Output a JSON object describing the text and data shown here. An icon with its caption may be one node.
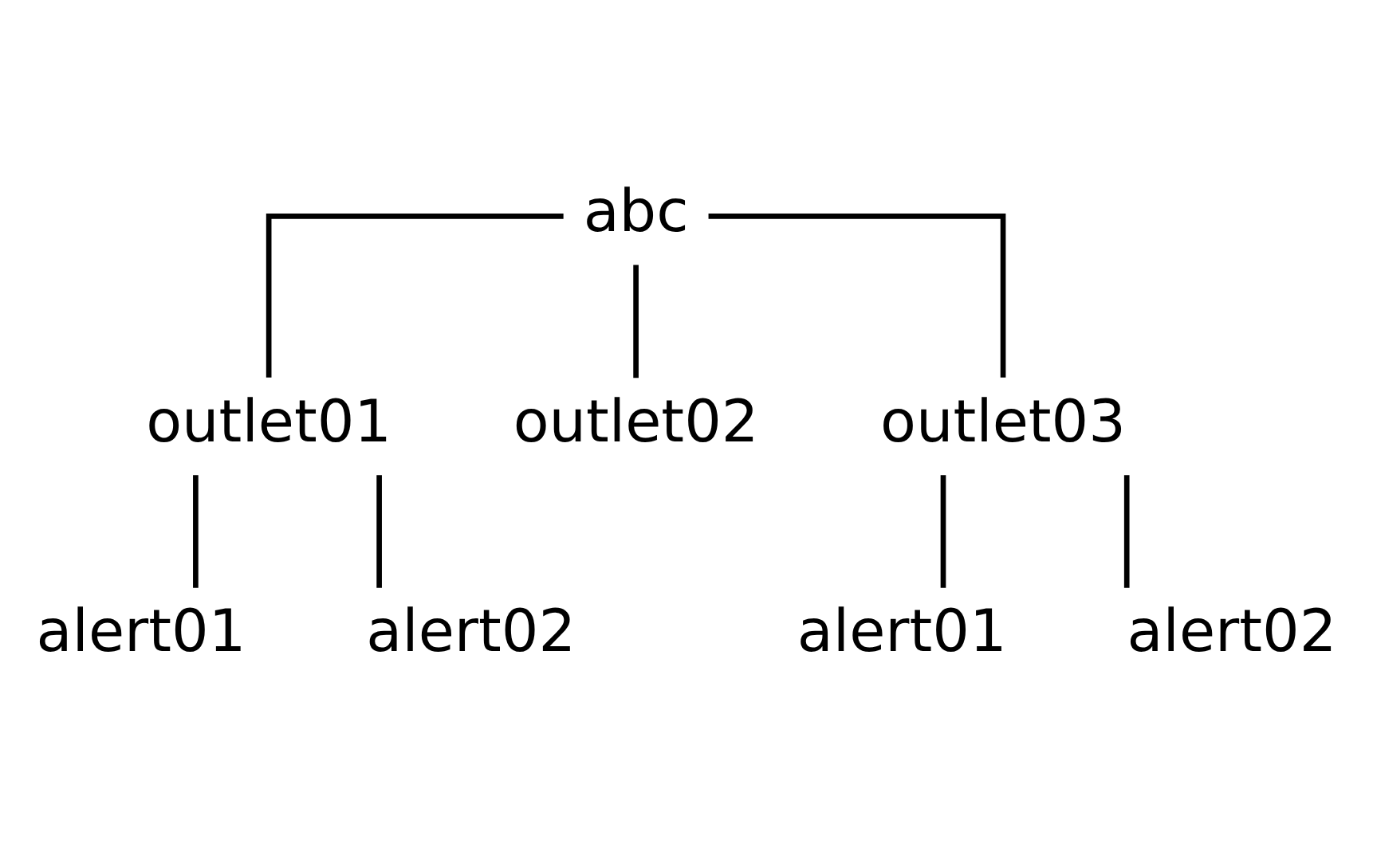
{
  "diagram": {
    "nodes": [
      {
        "text": [
          "abc"
        ]
      },
      {
        "text": [
          "outlet01"
        ]
      },
      {
        "text": [
          "outlet02"
        ]
      },
      {
        "text": [
          "outlet03"
        ]
      },
      {
        "text": [
          "alert01"
        ]
      },
      {
        "text": [
          "alert02"
        ]
      },
      {
        "text": [
          "alert01"
        ]
      },
      {
        "text": [
          "alert02"
        ]
      }
    ],
    "edges": [
      {
        "from": 0,
        "to": 1,
        "arrow": "none"
      },
      {
        "from": 0,
        "to": 2,
        "arrow": "none"
      },
      {
        "from": 0,
        "to": 3,
        "arrow": "none"
      },
      {
        "from": 1,
        "to": 4,
        "arrow": "none"
      },
      {
        "from": 1,
        "to": 5,
        "arrow": "none"
      },
      {
        "from": 3,
        "to": 6,
        "arrow": "none"
      },
      {
        "from": 3,
        "to": 7,
        "arrow": "none"
      }
    ]
  }
}
